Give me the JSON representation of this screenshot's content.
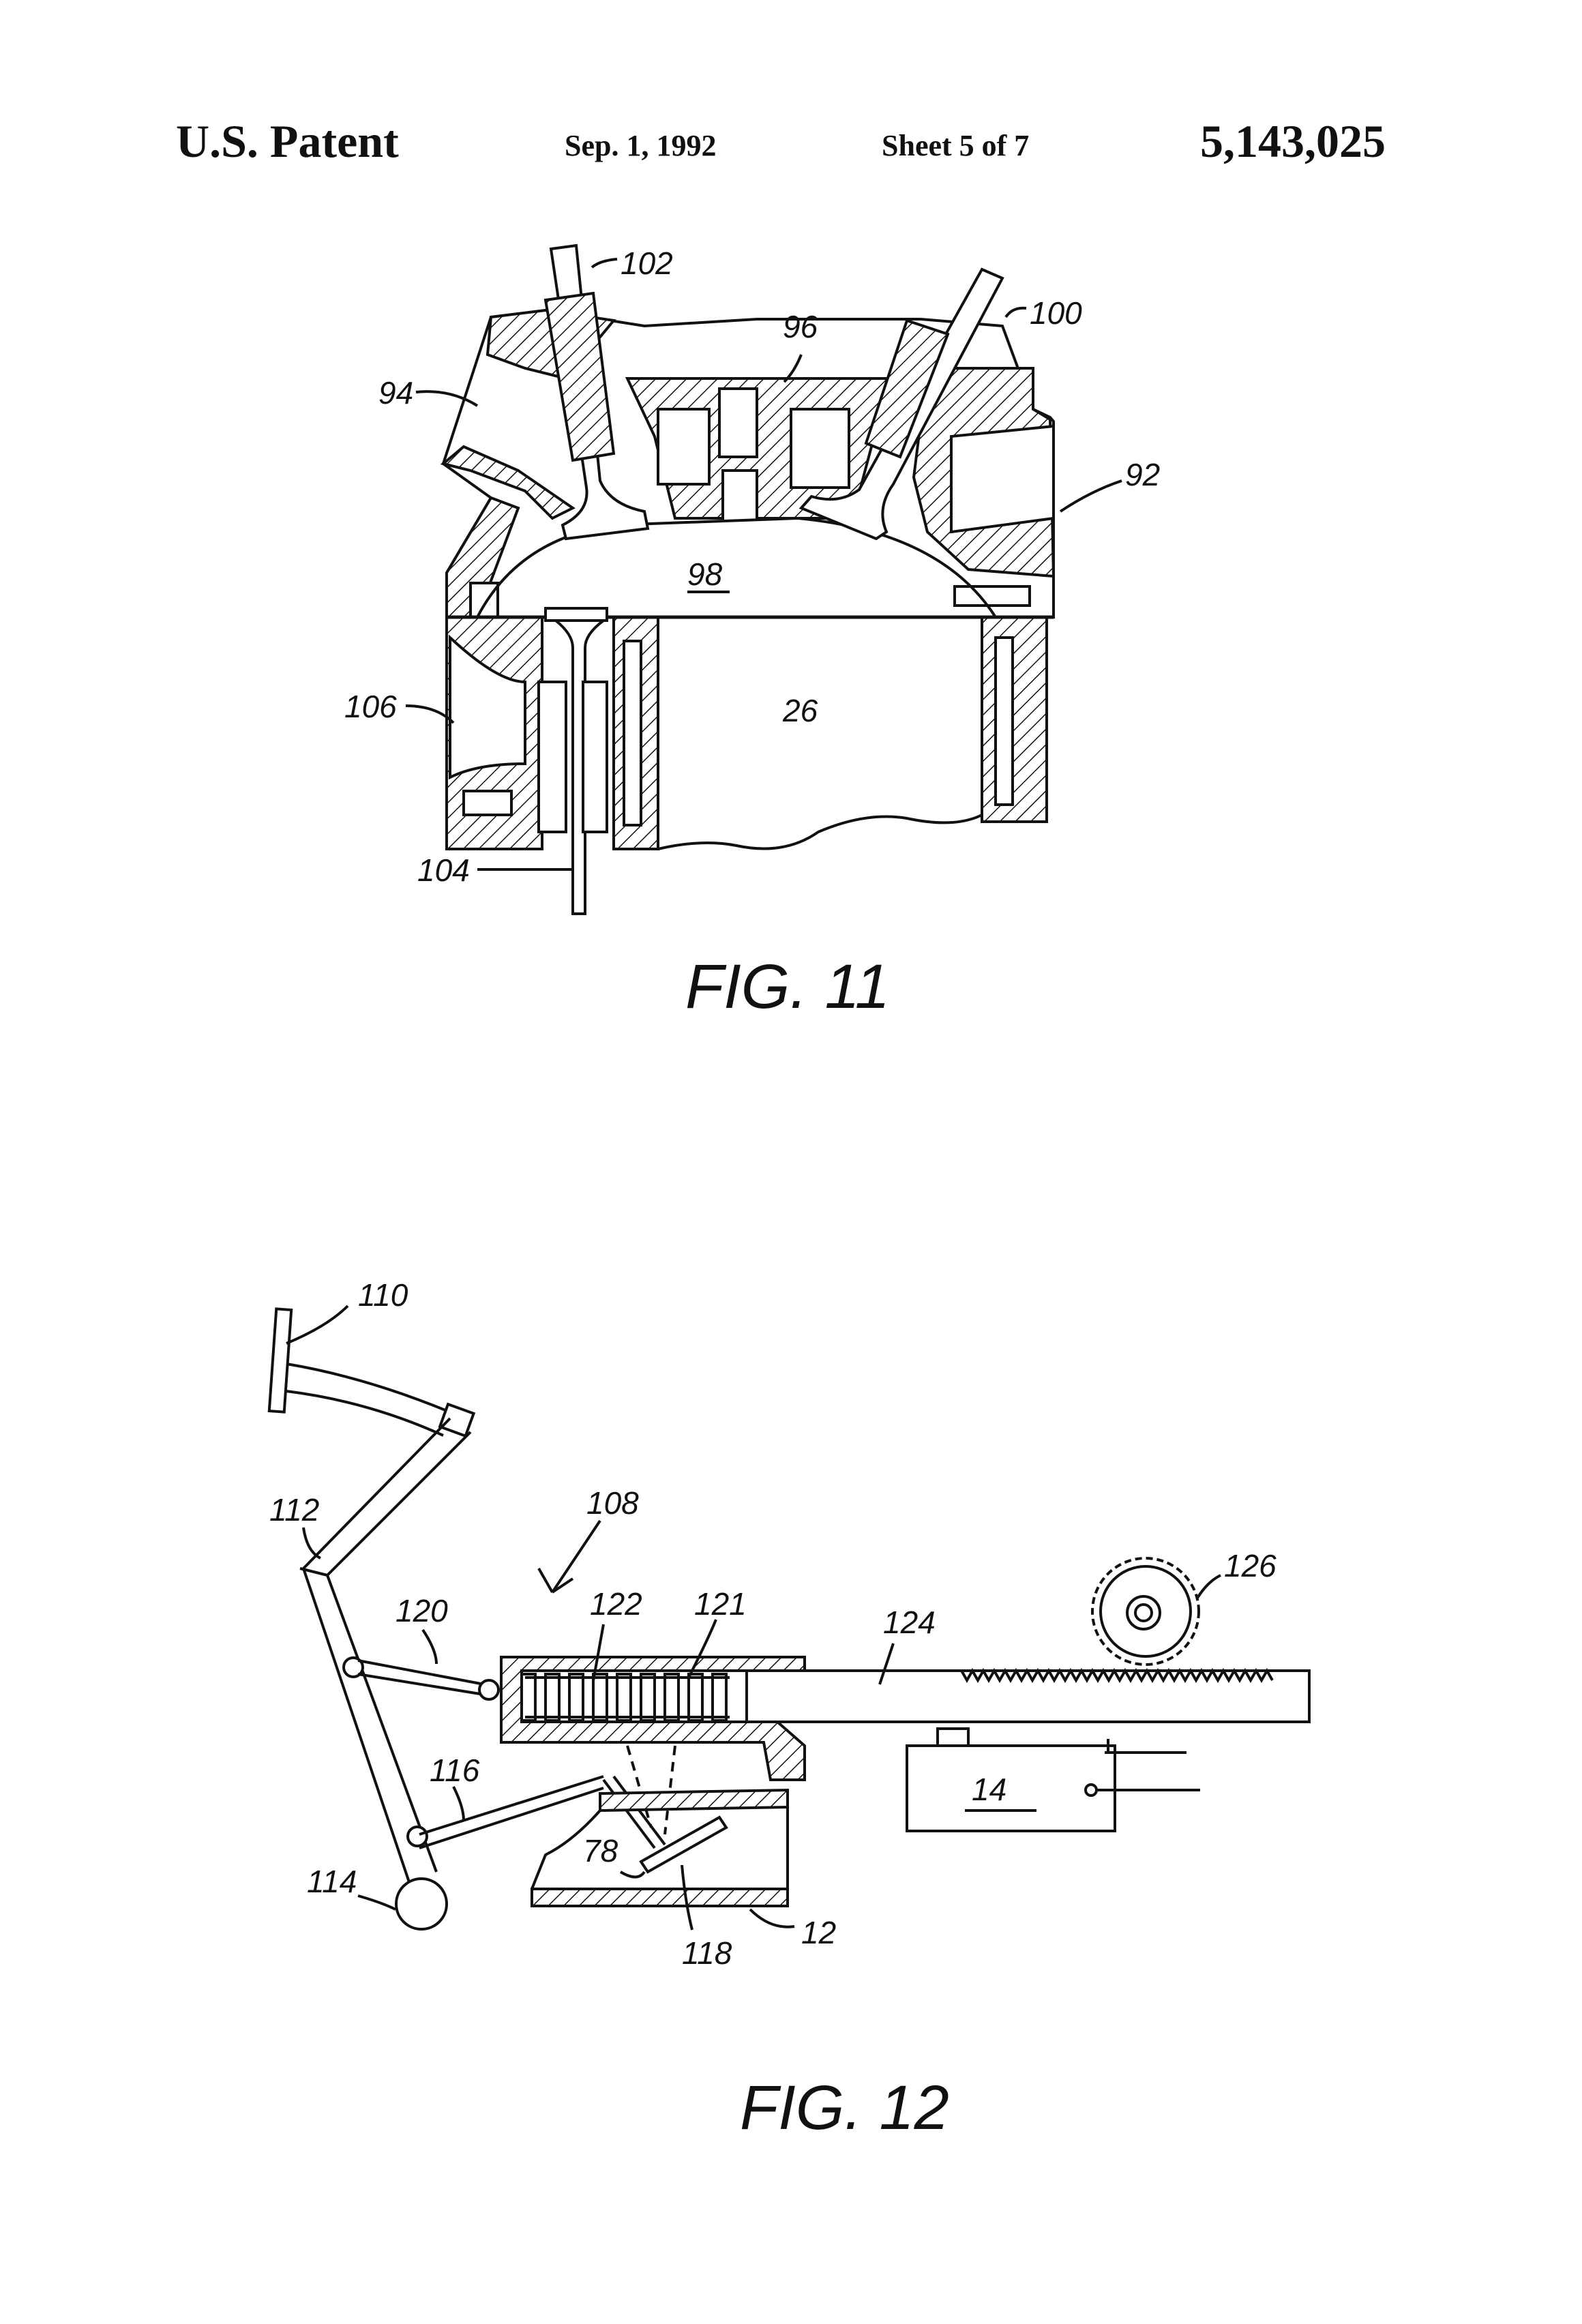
{
  "header": {
    "patent_label": "U.S. Patent",
    "date": "Sep. 1, 1992",
    "sheet": "Sheet 5 of 7",
    "patent_number": "5,143,025"
  },
  "fig11": {
    "title": "FIG. 11",
    "refs": {
      "r92": "92",
      "r94": "94",
      "r96": "96",
      "r98": "98",
      "r100": "100",
      "r102": "102",
      "r104": "104",
      "r106": "106",
      "r26": "26"
    }
  },
  "fig12": {
    "title": "FIG. 12",
    "refs": {
      "r110": "110",
      "r112": "112",
      "r108": "108",
      "r122": "122",
      "r121": "121",
      "r120": "120",
      "r124": "124",
      "r126": "126",
      "r116": "116",
      "r114": "114",
      "r78": "78",
      "r118": "118",
      "r12": "12",
      "r14": "14"
    }
  }
}
